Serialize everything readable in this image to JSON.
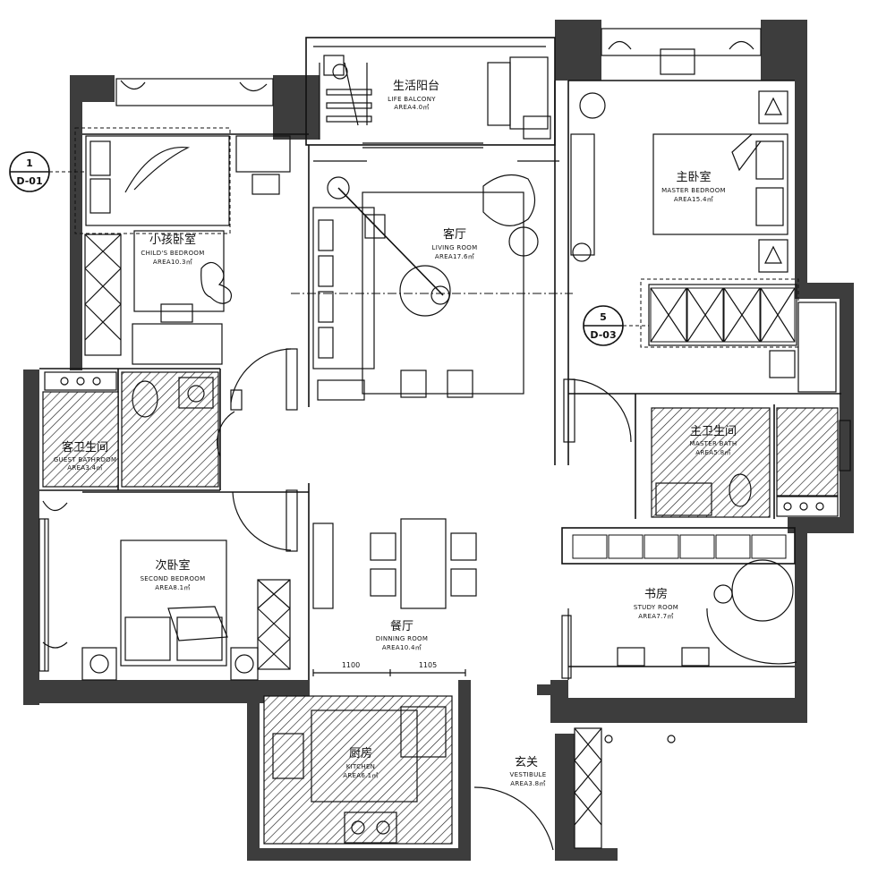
{
  "rooms": {
    "balcony": {
      "cn": "生活阳台",
      "en": "LIFE BALCONY",
      "area": "AREA4.0㎡"
    },
    "child": {
      "cn": "小孩卧室",
      "en": "CHILD'S BEDROOM",
      "area": "AREA10.3㎡"
    },
    "living": {
      "cn": "客厅",
      "en": "LIVING ROOM",
      "area": "AREA17.6㎡"
    },
    "master": {
      "cn": "主卧室",
      "en": "MASTER BEDROOM",
      "area": "AREA15.4㎡"
    },
    "guest_bath": {
      "cn": "客卫生间",
      "en": "GUEST BATHROOM",
      "area": "AREA3.4㎡"
    },
    "master_bath": {
      "cn": "主卫生间",
      "en": "MASTER BATH",
      "area": "AREA5.8㎡"
    },
    "second": {
      "cn": "次卧室",
      "en": "SECOND BEDROOM",
      "area": "AREA8.1㎡"
    },
    "study": {
      "cn": "书房",
      "en": "STUDY ROOM",
      "area": "AREA7.7㎡"
    },
    "dining": {
      "cn": "餐厅",
      "en": "DINNING ROOM",
      "area": "AREA10.4㎡"
    },
    "kitchen": {
      "cn": "厨房",
      "en": "KITCHEN",
      "area": "AREA6.1㎡"
    },
    "vestibule": {
      "cn": "玄关",
      "en": "VESTIBULE",
      "area": "AREA3.8㎡"
    }
  },
  "markers": {
    "left": {
      "num": "1",
      "code": "D-01"
    },
    "right": {
      "num": "5",
      "code": "D-03"
    }
  },
  "dimensions": {
    "d1": "1100",
    "d2": "1105"
  },
  "colors": {
    "wall": "#3d3d3d",
    "line": "#111111",
    "paper": "#ffffff"
  }
}
